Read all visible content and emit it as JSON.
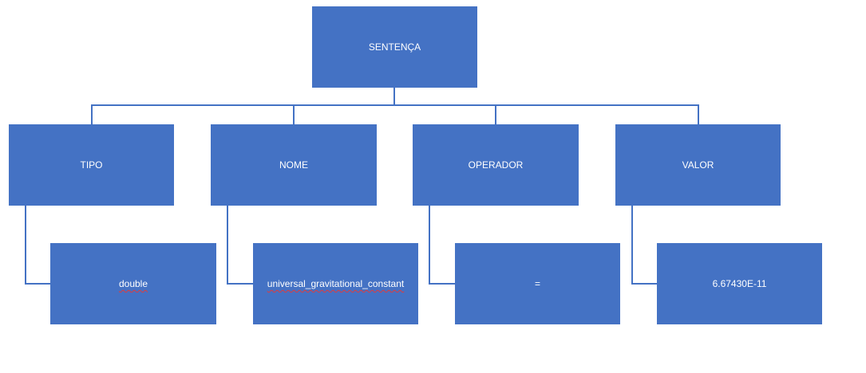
{
  "diagram": {
    "root": {
      "label": "SENTENÇA"
    },
    "categories": [
      {
        "label": "TIPO"
      },
      {
        "label": "NOME"
      },
      {
        "label": "OPERADOR"
      },
      {
        "label": "VALOR"
      }
    ],
    "values": [
      {
        "label": "double"
      },
      {
        "label": "universal_gravitational_constant"
      },
      {
        "label": "="
      },
      {
        "label": "6.67430E-11"
      }
    ],
    "colors": {
      "box_fill": "#4472c4",
      "text": "#ffffff",
      "connector": "#4472c4",
      "spellcheck_underline": "#e23b3b"
    }
  }
}
